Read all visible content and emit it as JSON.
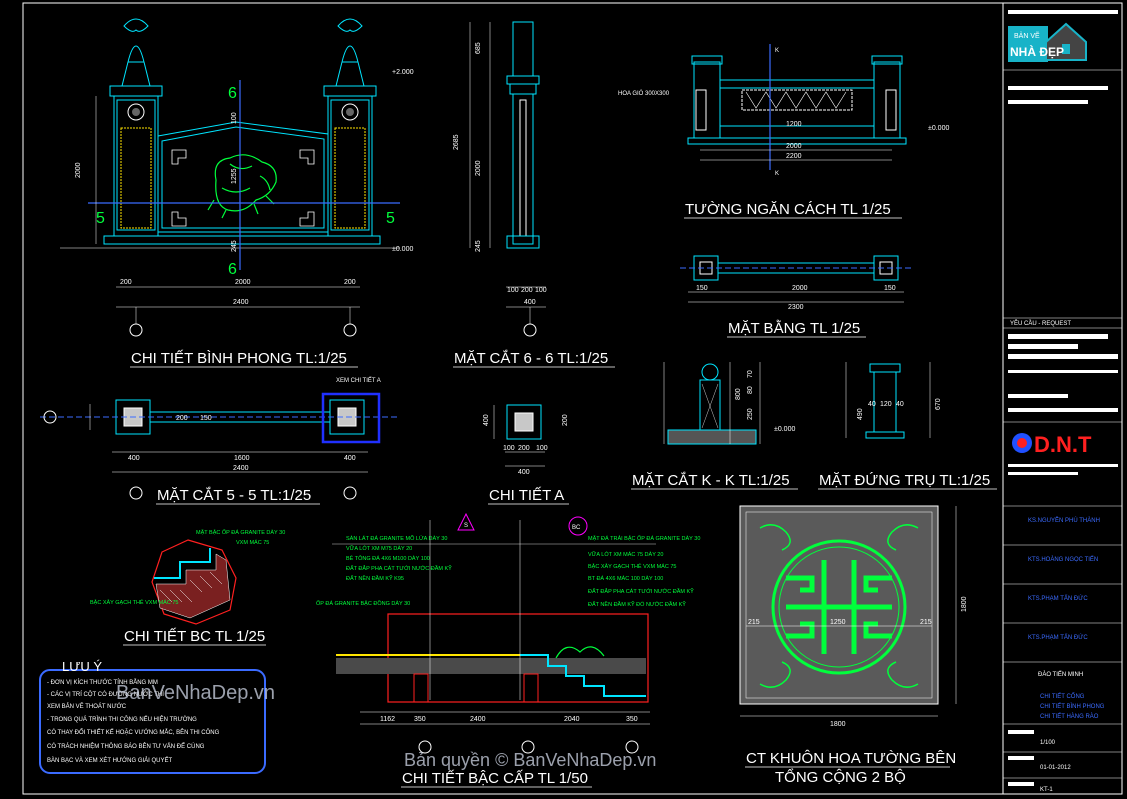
{
  "titles": {
    "binh_phong": "CHI TIẾT BÌNH PHONG TL:1/25",
    "cat_66": "MẶT CẮT 6 - 6 TL:1/25",
    "tuong": "TƯỜNG NGĂN CÁCH TL 1/25",
    "mat_bang": "MẶT BẰNG TL 1/25",
    "cat_55": "MẶT CẮT 5 - 5 TL:1/25",
    "chi_tiet_a": "CHI TIẾT A",
    "cat_kk": "MẶT CẮT K - K TL:1/25",
    "dung_tru": "MẶT ĐỨNG TRỤ TL:1/25",
    "bc": "CHI TIẾT BC TL 1/25",
    "bac_cap": "CHI TIẾT BẬC CẤP TL 1/50",
    "khuon_hoa_1": "CT KHUÔN HOA TƯỜNG BÊN",
    "khuon_hoa_2": "TỔNG CỘNG 2 BỘ"
  },
  "labels": {
    "hoa_gio": "HOA GIÓ 300X300",
    "xem_chi_tiet_a": "XEM CHI TIẾT A",
    "sec5": "5",
    "sec6": "6",
    "secK": "K",
    "secS": "S",
    "secBC": "BC"
  },
  "dims": {
    "bp_height": "2000",
    "bp_bottom": [
      "200",
      "2000",
      "200"
    ],
    "bp_total": "2400",
    "bp_mid": [
      "100",
      "1255",
      "245"
    ],
    "bp_lvl_top": "+2.000",
    "bp_lvl_base": "±0.000",
    "c66_total": "2685",
    "c66_parts": [
      "685",
      "2000",
      "245"
    ],
    "c66_bottom": [
      "100",
      "200",
      "100"
    ],
    "c66_total_w": "400",
    "tuong_inner": [
      "1200",
      "2000",
      "2200"
    ],
    "tuong_lvl": "±0.000",
    "mb_total": "2300",
    "mb_parts": [
      "150",
      "2000",
      "150"
    ],
    "c55_parts": [
      "400",
      "1600",
      "400"
    ],
    "c55_total": "2400",
    "c55_side": [
      "200",
      "150"
    ],
    "a_side": [
      "400",
      "200"
    ],
    "a_bottom": [
      "100",
      "200",
      "100"
    ],
    "a_total": "400",
    "kk_vals": [
      "800",
      "250",
      "70",
      "80"
    ],
    "tru_vals": [
      "40",
      "120",
      "40",
      "490",
      "670"
    ],
    "kk_lvl": "±0.000",
    "bac_bottom": [
      "1162",
      "350",
      "2400",
      "2040",
      "350"
    ],
    "khuon_w": "1800",
    "khuon_h": "1800",
    "khuon_inner": [
      "215",
      "1250",
      "215"
    ]
  },
  "bac_notes_left": [
    "SÀN LÁT ĐÁ GRANITE MÕ LỬA DÀY 30",
    "VỮA LÓT XM M75 DÀY 20",
    "BÊ TÔNG ĐÁ 4X6 M100 DÀY 100",
    "ĐẤT ĐẮP PHA CÁT TƯỚI NƯỚC ĐẦM KỸ",
    "ĐẤT NỀN ĐẦM KỸ K95",
    "ỐP ĐÁ GRANITE BẬC ĐỒNG DÀY 30"
  ],
  "bac_notes_right": [
    "MẶT ĐÁ TRẢI BẬC ỐP ĐÁ GRANITE DÀY 30",
    "VỮA LÓT XM MÁC 75 DÀY 20",
    "BẬC XÂY GẠCH THẺ VXM MÁC 75",
    "BT ĐÁ 4X6 MÁC 100 DÀY 100",
    "ĐẤT ĐẮP PHA CÁT TƯỚI NƯỚC ĐẦM KỸ",
    "ĐẤT NỀN ĐẦM KỸ ĐỔ NƯỚC ĐẦM KỸ"
  ],
  "bc_notes": [
    "MẶT BẬC ỐP ĐÁ GRANITE DÀY 30",
    "VXM MÁC 75",
    "BẬC XÂY GẠCH THẺ VXM MÁC 75"
  ],
  "luu_y": {
    "title": "LƯU Ý",
    "lines": [
      "- ĐƠN VỊ KÍCH THƯỚC TÍNH BẰNG MM",
      "- CÁC VỊ TRÍ CỘT CÓ ĐƯỜNG NƯỚC THÌ",
      "  XEM BẢN VẼ THOÁT NƯỚC",
      "- TRONG QUÁ TRÌNH THI CÔNG NẾU HIỆN TRƯỜNG",
      "  CÓ THAY ĐỔI THIẾT KẾ HOẶC VƯỚNG MẮC, BÊN THI CÔNG",
      "  CÓ TRÁCH NHIỆM THÔNG BÁO BÊN TƯ VẤN ĐỂ CÙNG",
      "  BÀN BẠC VÀ XEM XÉT HƯỚNG GIẢI QUYẾT"
    ]
  },
  "watermark": {
    "left": "BanVeNhaDep.vn",
    "bottom": "Bản quyền © BanVeNhaDep.vn"
  },
  "title_block": {
    "brand_top": "BẢN VẼ",
    "brand_main": "NHÀ ĐẸP",
    "request": "YÊU CẦU - REQUEST",
    "company": "D.N.T",
    "persons": [
      "KS.NGUYỄN PHÚ THÀNH",
      "KTS.HOÀNG NGỌC TIẾN",
      "KTS.PHẠM TẤN ĐỨC",
      "KTS.PHẠM TẤN ĐỨC"
    ],
    "author": "ĐÀO TIẾN MINH",
    "items": [
      "CHI TIẾT CỔNG",
      "CHI TIẾT BÌNH PHONG",
      "CHI TIẾT HÀNG RÀO"
    ],
    "scale": "1/100",
    "date": "01-01-2012",
    "code": "KT-1"
  },
  "colors": {
    "cyan": "#00e5ff",
    "green": "#00ff3c",
    "blue": "#3b6bff",
    "yellow": "#ffe500",
    "red": "#ff2020",
    "magenta": "#ff00ff"
  }
}
